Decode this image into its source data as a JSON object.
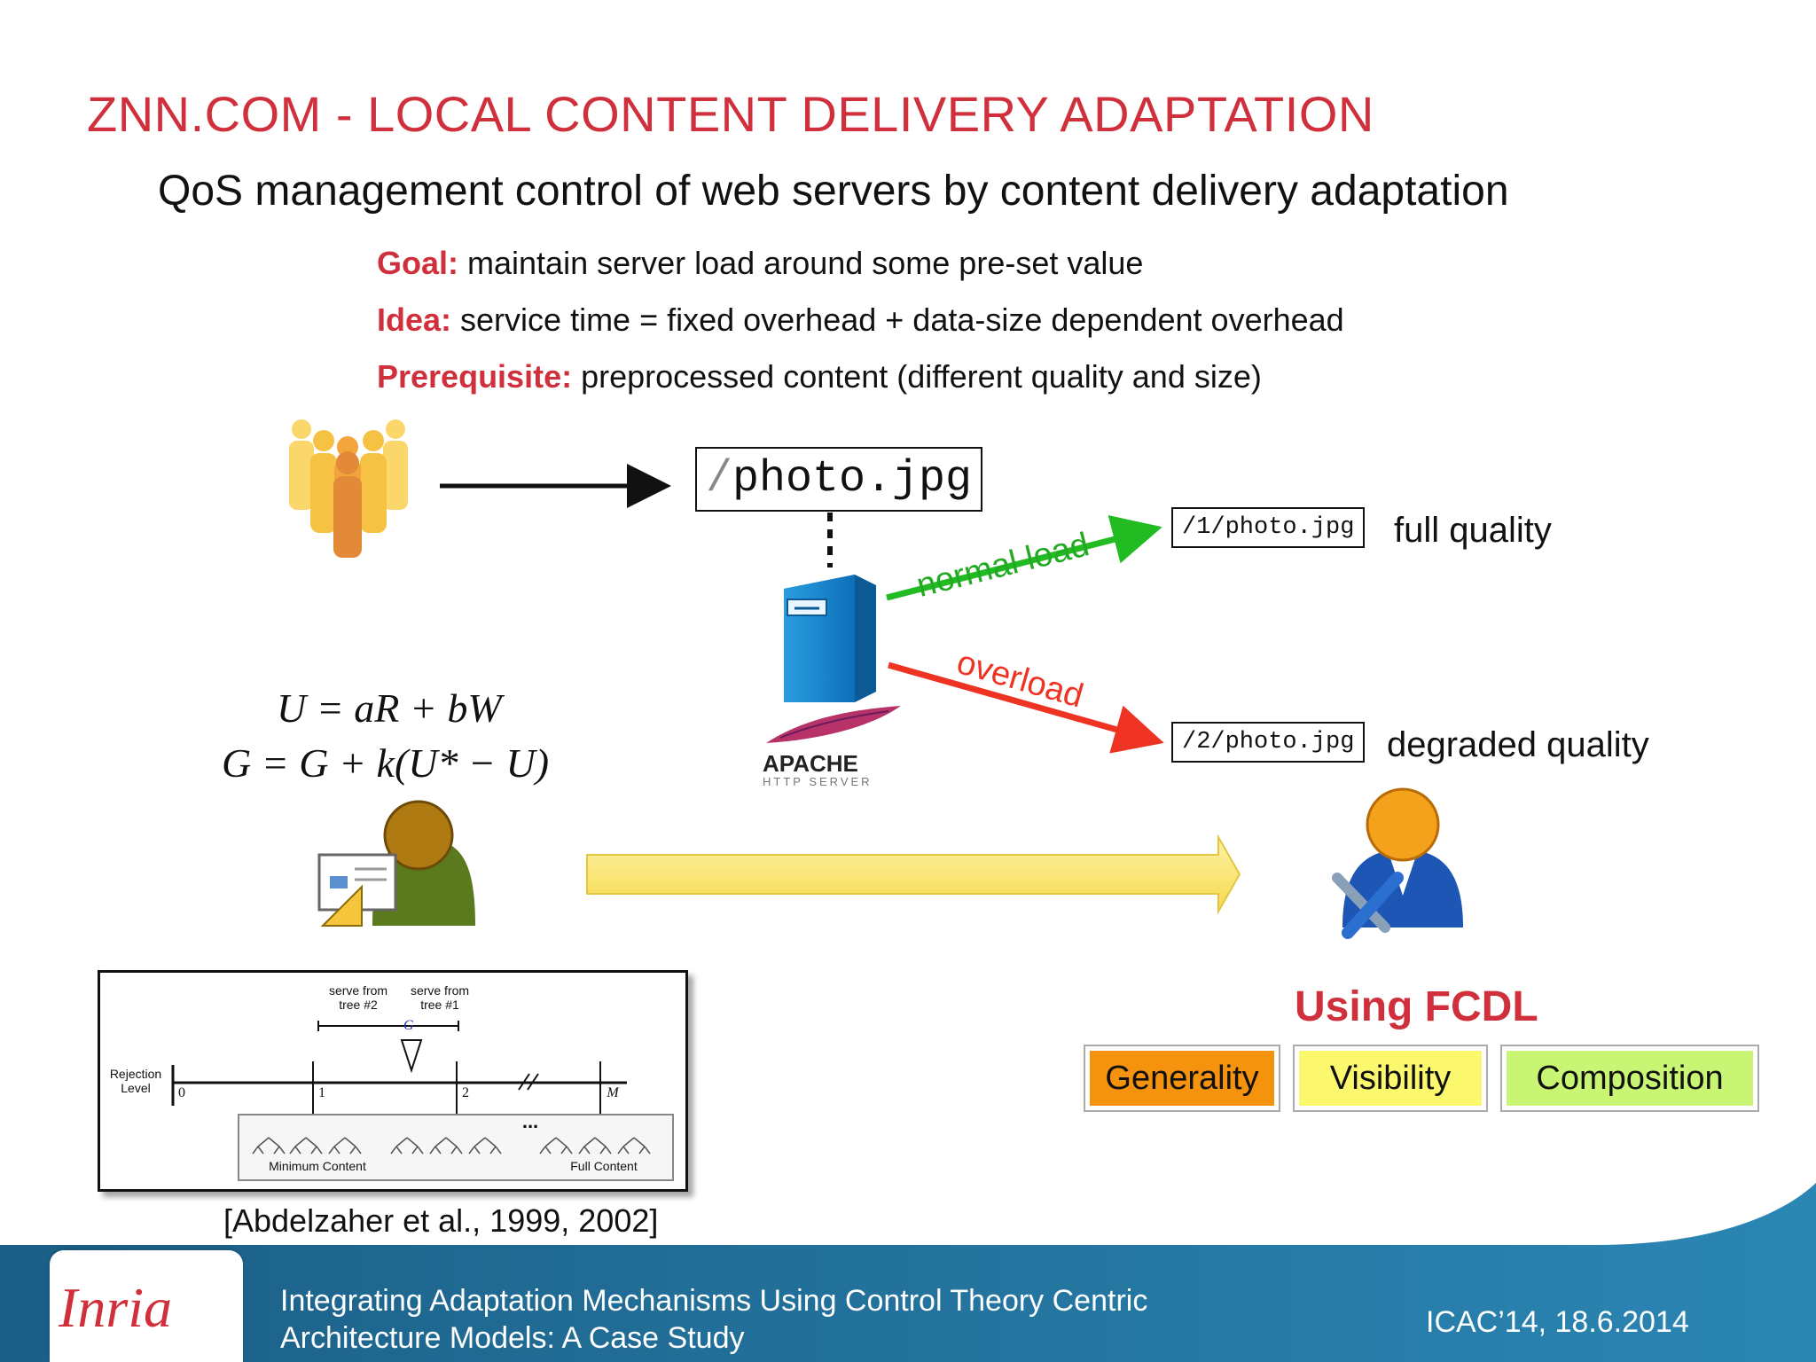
{
  "slide": {
    "title": "ZNN.COM - LOCAL CONTENT DELIVERY ADAPTATION",
    "subtitle": "QoS management control of web servers by content delivery adaptation",
    "bullets": [
      {
        "label": "Goal:",
        "text": " maintain server load around some pre-set value"
      },
      {
        "label": "Idea:",
        "text": " service time = fixed overhead + data-size dependent overhead"
      },
      {
        "label": "Prerequisite:",
        "text": " preprocessed content (different quality and size)"
      }
    ]
  },
  "scheme": {
    "request_slash": "/",
    "request_file": "photo.jpg",
    "full_path": "/1/photo.jpg",
    "full_label": "full quality",
    "degraded_path": "/2/photo.jpg",
    "degraded_label": "degraded quality",
    "normal_load": "normal load",
    "overload": "overload",
    "apache_name": "APACHE",
    "apache_sub": "HTTP SERVER"
  },
  "equations": {
    "eq1": "U = aR + bW",
    "eq2": "G = G + k(U* − U)"
  },
  "diagram": {
    "serve_tree2_line1": "serve from",
    "serve_tree2_line2": "tree #2",
    "serve_tree1_line1": "serve from",
    "serve_tree1_line2": "tree #1",
    "g_label": "G",
    "rejection_line1": "Rejection",
    "rejection_line2": "Level",
    "tick0": "0",
    "tick1": "1",
    "tick2": "2",
    "tickM": "M",
    "ellipsis": "...",
    "min_content": "Minimum Content",
    "full_content": "Full Content"
  },
  "citation": "[Abdelzaher et al., 1999, 2002]",
  "fcdl": {
    "title": "Using FCDL",
    "tags": [
      "Generality",
      "Visibility",
      "Composition"
    ]
  },
  "footer": {
    "logo": "Inria",
    "line1": "Integrating Adaptation Mechanisms Using Control Theory Centric",
    "line2": "Architecture Models: A Case Study",
    "date": "ICAC’14, 18.6.2014"
  },
  "colors": {
    "accent_red": "#d0303c",
    "normal_green": "#22aa22",
    "overload_red": "#ee3322",
    "footer_blue": "#1f6a93"
  }
}
